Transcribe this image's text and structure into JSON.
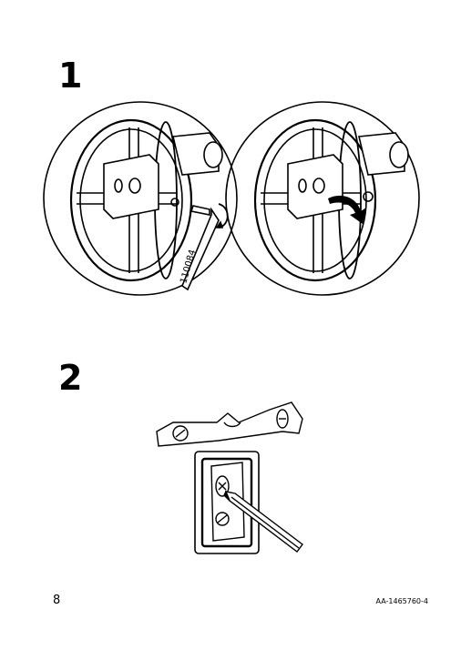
{
  "steps": [
    {
      "number": "1"
    },
    {
      "number": "2"
    }
  ],
  "step1": {
    "tool_label": "110084"
  },
  "footer": {
    "page_number": "8",
    "document_code": "AA-1465760-4"
  }
}
